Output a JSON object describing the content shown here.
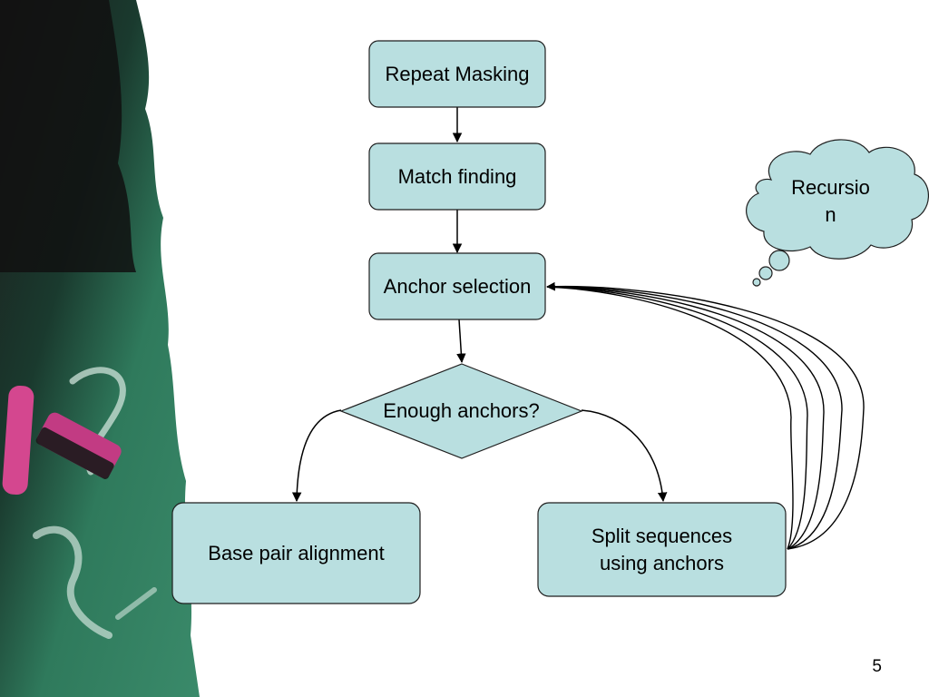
{
  "diagram": {
    "nodes": {
      "repeat_masking": "Repeat Masking",
      "match_finding": "Match finding",
      "anchor_selection": "Anchor selection",
      "enough_anchors": "Enough anchors?",
      "base_pair_alignment": "Base pair alignment",
      "split_sequences_line1": "Split sequences",
      "split_sequences_line2": "using anchors"
    },
    "callout": {
      "line1": "Recursio",
      "line2": "n"
    }
  },
  "slide": {
    "page_number": "5"
  },
  "colors": {
    "node_fill": "#b9dfe0",
    "node_stroke": "#1f1f1f",
    "connector": "#000000",
    "chalkboard": "#2f7a5c"
  }
}
